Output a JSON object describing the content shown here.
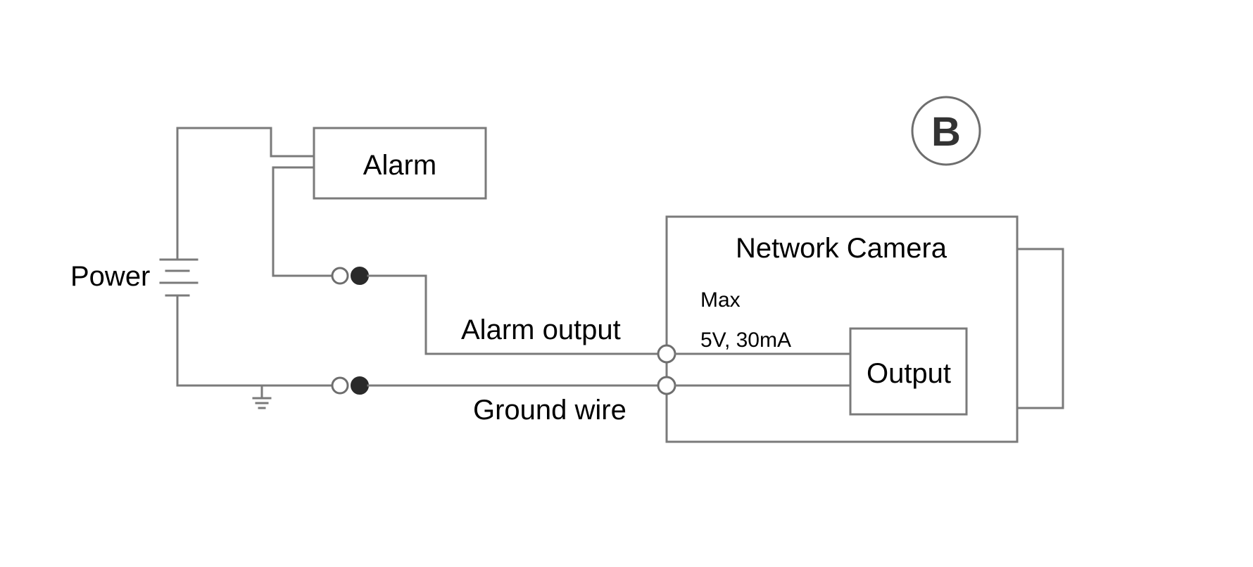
{
  "diagram": {
    "badge": "B",
    "labels": {
      "power": "Power",
      "alarm": "Alarm",
      "alarm_output": "Alarm output",
      "ground_wire": "Ground wire",
      "network_camera": "Network Camera",
      "max": "Max",
      "rating": "5V, 30mA",
      "output": "Output"
    },
    "colors": {
      "wire": "#7a7a7a",
      "text": "#000000",
      "terminal_fill": "#2a2a2a"
    }
  }
}
